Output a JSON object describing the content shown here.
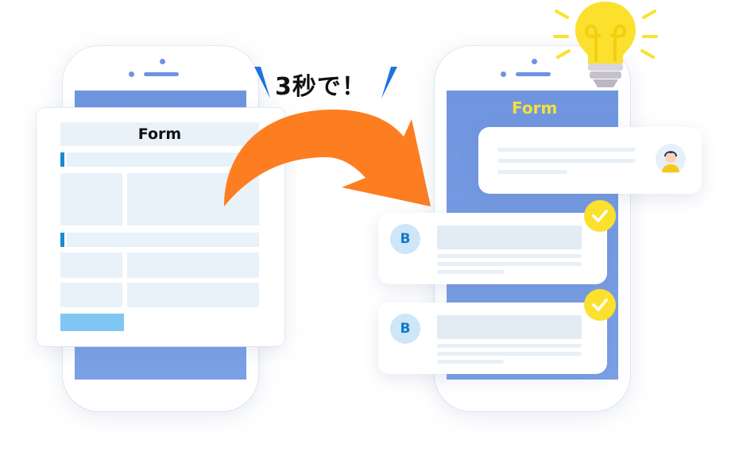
{
  "left_form": {
    "title": "Form"
  },
  "callout": {
    "text": "3秒で！"
  },
  "right_phone": {
    "title": "Form"
  },
  "result_cards": [
    {
      "badge": "B"
    },
    {
      "badge": "B"
    }
  ],
  "colors": {
    "screen_blue": "#6f95df",
    "arrow_orange": "#fd7e21",
    "accent_yellow": "#fbe12e",
    "badge_blue": "#1478c5"
  },
  "icons": [
    "arrow-curve-icon",
    "lightbulb-icon",
    "check-icon",
    "user-avatar-icon"
  ]
}
